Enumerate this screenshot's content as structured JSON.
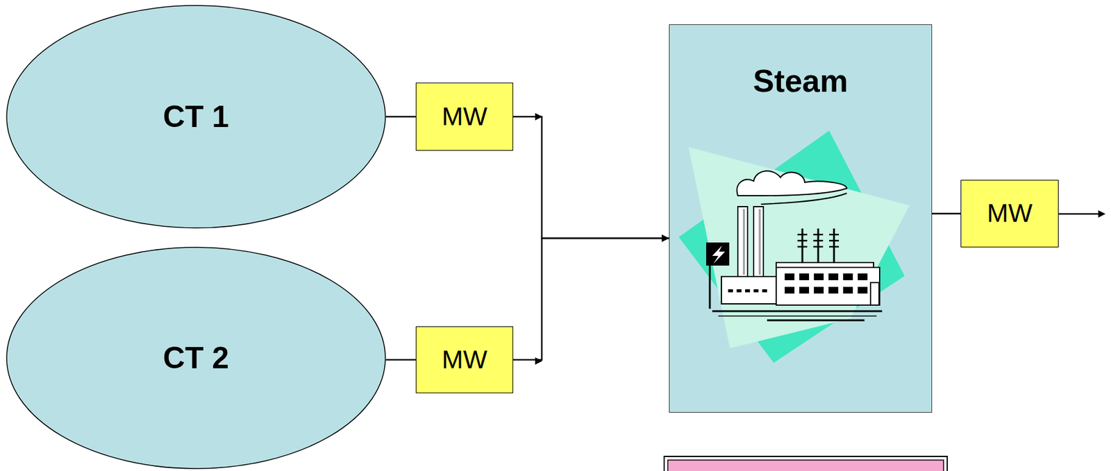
{
  "diagram": {
    "nodes": [
      {
        "text": [
          "CT 1"
        ]
      },
      {
        "text": [
          "MW"
        ]
      },
      {
        "text": [
          "CT 2"
        ]
      },
      {
        "text": [
          "MW"
        ]
      },
      {
        "text": [
          "Steam"
        ]
      },
      {
        "text": [
          "MW"
        ]
      }
    ],
    "edges": [
      {
        "from": 0,
        "to": 1,
        "arrow": "none"
      },
      {
        "from": 2,
        "to": 3,
        "arrow": "none"
      },
      {
        "from": 1,
        "to": 4,
        "arrow": "to"
      },
      {
        "from": 3,
        "to": 4,
        "arrow": "to"
      },
      {
        "from": 4,
        "to": 5,
        "arrow": "none"
      }
    ]
  }
}
